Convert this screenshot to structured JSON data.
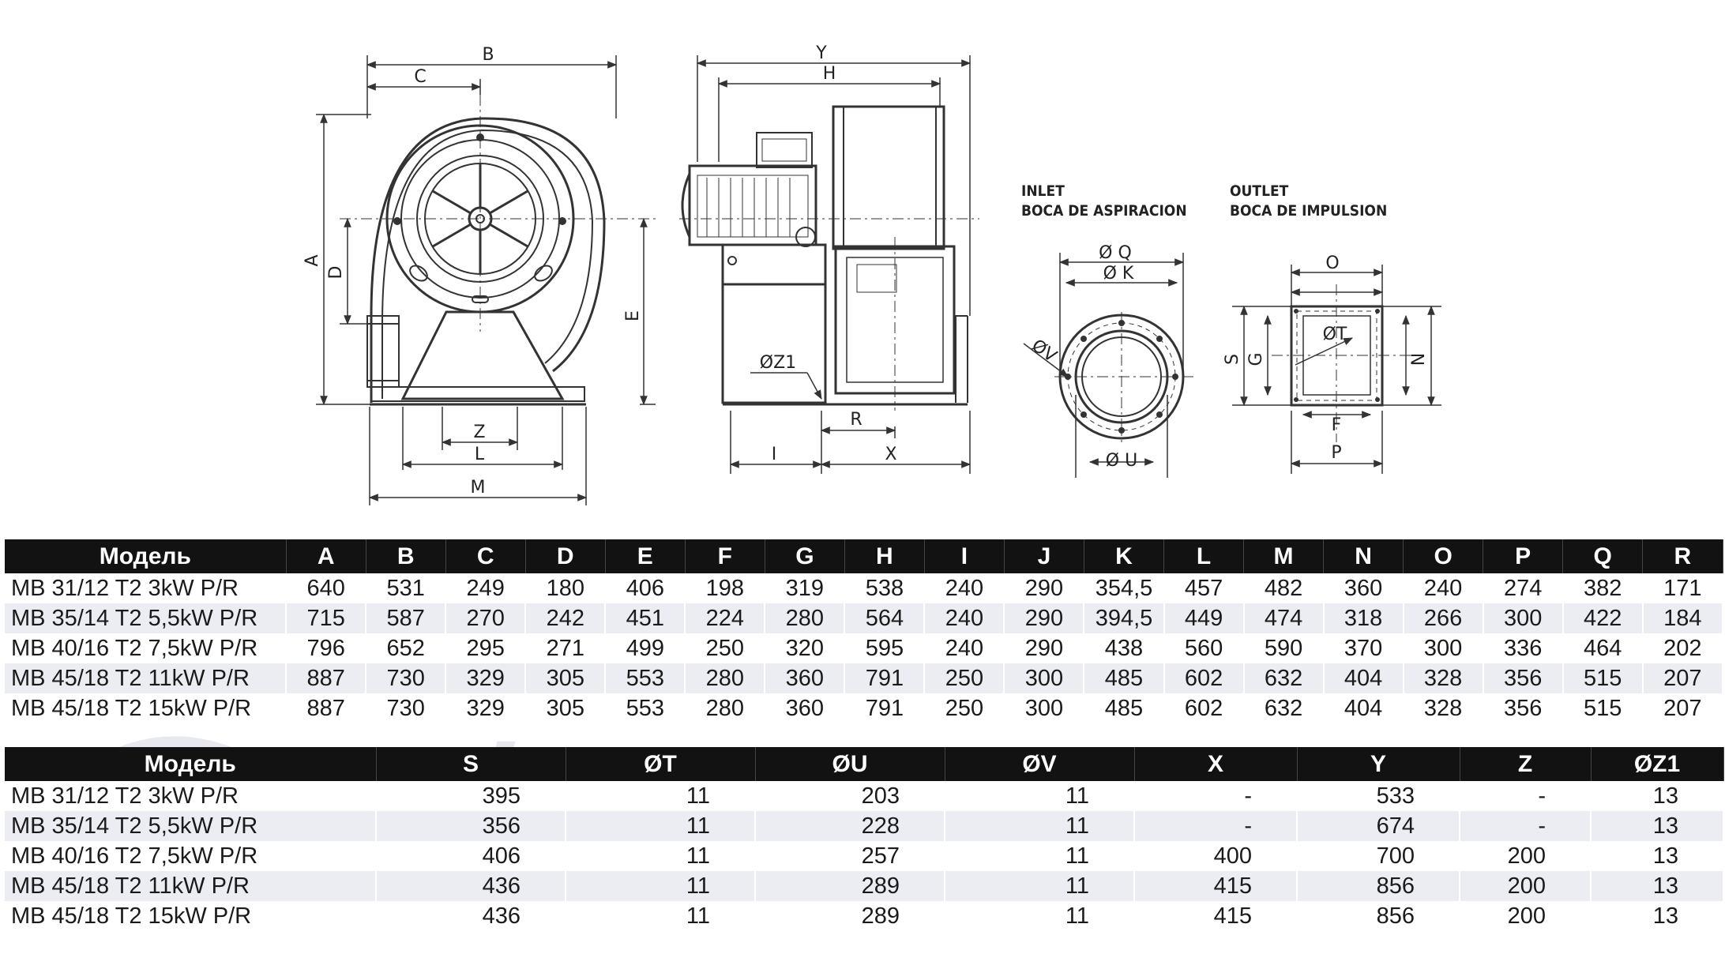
{
  "drawing": {
    "front_labels": [
      "B",
      "C",
      "A",
      "D",
      "E",
      "Z",
      "L",
      "M"
    ],
    "side_labels": [
      "Y",
      "H",
      "ØZ1",
      "R",
      "I",
      "X"
    ],
    "inlet_caption": [
      "INLET",
      "BOCA DE ASPIRACION"
    ],
    "outlet_caption": [
      "OUTLET",
      "BOCA DE IMPULSION"
    ],
    "inlet_labels": [
      "Ø Q",
      "Ø K",
      "ØV",
      "Ø U"
    ],
    "outlet_labels": [
      "O",
      "ØT",
      "S",
      "G",
      "N",
      "F",
      "P"
    ],
    "watermark": "vente"
  },
  "table1": {
    "headers": [
      "Модель",
      "A",
      "B",
      "C",
      "D",
      "E",
      "F",
      "G",
      "H",
      "I",
      "J",
      "K",
      "L",
      "M",
      "N",
      "O",
      "P",
      "Q",
      "R"
    ],
    "rows": [
      [
        "MB 31/12 T2 3kW P/R",
        "640",
        "531",
        "249",
        "180",
        "406",
        "198",
        "319",
        "538",
        "240",
        "290",
        "354,5",
        "457",
        "482",
        "360",
        "240",
        "274",
        "382",
        "171"
      ],
      [
        "MB 35/14 T2 5,5kW P/R",
        "715",
        "587",
        "270",
        "242",
        "451",
        "224",
        "280",
        "564",
        "240",
        "290",
        "394,5",
        "449",
        "474",
        "318",
        "266",
        "300",
        "422",
        "184"
      ],
      [
        "MB 40/16 T2 7,5kW P/R",
        "796",
        "652",
        "295",
        "271",
        "499",
        "250",
        "320",
        "595",
        "240",
        "290",
        "438",
        "560",
        "590",
        "370",
        "300",
        "336",
        "464",
        "202"
      ],
      [
        "MB 45/18 T2 11kW P/R",
        "887",
        "730",
        "329",
        "305",
        "553",
        "280",
        "360",
        "791",
        "250",
        "300",
        "485",
        "602",
        "632",
        "404",
        "328",
        "356",
        "515",
        "207"
      ],
      [
        "MB 45/18 T2 15kW P/R",
        "887",
        "730",
        "329",
        "305",
        "553",
        "280",
        "360",
        "791",
        "250",
        "300",
        "485",
        "602",
        "632",
        "404",
        "328",
        "356",
        "515",
        "207"
      ]
    ]
  },
  "table2": {
    "headers": [
      "Модель",
      "S",
      "ØT",
      "ØU",
      "ØV",
      "X",
      "Y",
      "Z",
      "ØZ1"
    ],
    "rows": [
      [
        "MB 31/12 T2 3kW P/R",
        "395",
        "11",
        "203",
        "11",
        "-",
        "533",
        "-",
        "13"
      ],
      [
        "MB 35/14 T2 5,5kW P/R",
        "356",
        "11",
        "228",
        "11",
        "-",
        "674",
        "-",
        "13"
      ],
      [
        "MB 40/16 T2 7,5kW P/R",
        "406",
        "11",
        "257",
        "11",
        "400",
        "700",
        "200",
        "13"
      ],
      [
        "MB 45/18 T2 11kW P/R",
        "436",
        "11",
        "289",
        "11",
        "415",
        "856",
        "200",
        "13"
      ],
      [
        "MB 45/18 T2 15kW P/R",
        "436",
        "11",
        "289",
        "11",
        "415",
        "856",
        "200",
        "13"
      ]
    ]
  }
}
